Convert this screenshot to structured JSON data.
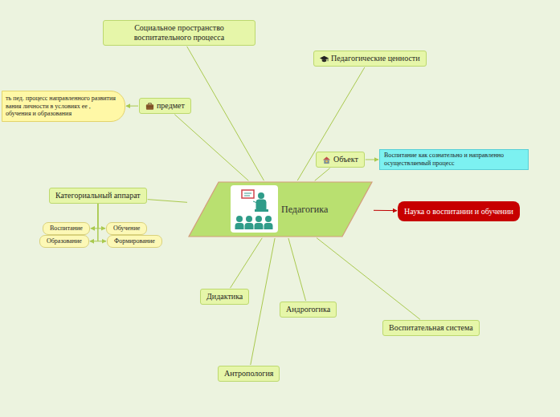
{
  "diagram": {
    "nodes": [
      {
        "text": [
          "Педагогика"
        ]
      },
      {
        "text": [
          "Социальное пространство воспитательного процесса"
        ]
      },
      {
        "text": [
          "Педагогические ценности"
        ]
      },
      {
        "text": [
          "предмет"
        ]
      },
      {
        "text": [
          "ть пед. процесс направленного развития вания личности в условиях ее , обучения и образования"
        ]
      },
      {
        "text": [
          "Объект"
        ]
      },
      {
        "text": [
          "Воспитание как сознательно и направленно осуществляемый процесс"
        ]
      },
      {
        "text": [
          "Категориальный аппарат"
        ]
      },
      {
        "text": [
          "Воспитание"
        ]
      },
      {
        "text": [
          "Обучение"
        ]
      },
      {
        "text": [
          "Образование"
        ]
      },
      {
        "text": [
          "Формирование"
        ]
      },
      {
        "text": [
          "Наука о воспитании и обучении"
        ]
      },
      {
        "text": [
          "Дидактика"
        ]
      },
      {
        "text": [
          "Андрогогика"
        ]
      },
      {
        "text": [
          "Антропология"
        ]
      },
      {
        "text": [
          "Воспитательная система"
        ]
      }
    ],
    "edges": [
      {
        "from": 0,
        "to": 1,
        "arrow": "none"
      },
      {
        "from": 0,
        "to": 2,
        "arrow": "none"
      },
      {
        "from": 0,
        "to": 3,
        "arrow": "none"
      },
      {
        "from": 3,
        "to": 4,
        "arrow": "to"
      },
      {
        "from": 0,
        "to": 5,
        "arrow": "none"
      },
      {
        "from": 5,
        "to": 6,
        "arrow": "to"
      },
      {
        "from": 0,
        "to": 7,
        "arrow": "none"
      },
      {
        "from": 7,
        "to": 8,
        "arrow": "to"
      },
      {
        "from": 7,
        "to": 9,
        "arrow": "to"
      },
      {
        "from": 7,
        "to": 10,
        "arrow": "to"
      },
      {
        "from": 7,
        "to": 11,
        "arrow": "to"
      },
      {
        "from": 0,
        "to": 12,
        "arrow": "to"
      },
      {
        "from": 0,
        "to": 13,
        "arrow": "none"
      },
      {
        "from": 0,
        "to": 14,
        "arrow": "none"
      },
      {
        "from": 0,
        "to": 15,
        "arrow": "none"
      },
      {
        "from": 0,
        "to": 16,
        "arrow": "none"
      }
    ]
  }
}
